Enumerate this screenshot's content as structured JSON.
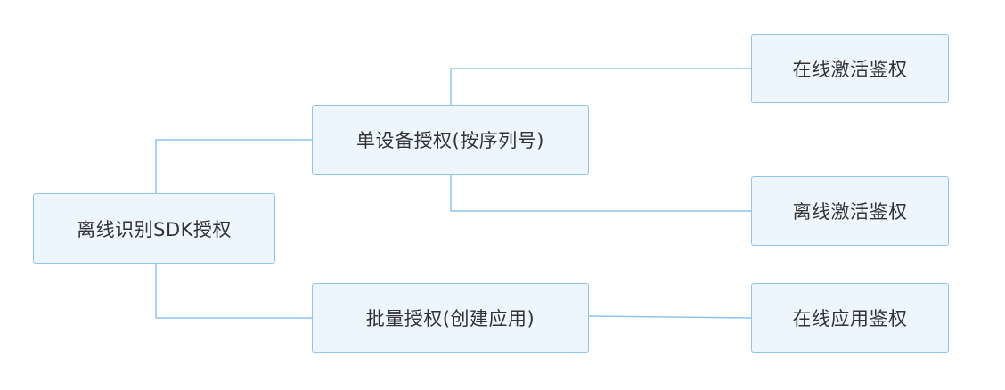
{
  "nodes": {
    "root": "离线识别SDK授权",
    "single_device": "单设备授权(按序列号)",
    "batch": "批量授权(创建应用)",
    "online_activation": "在线激活鉴权",
    "offline_activation": "离线激活鉴权",
    "online_app": "在线应用鉴权"
  },
  "edges": [
    {
      "from": "root",
      "to": "single_device"
    },
    {
      "from": "root",
      "to": "batch"
    },
    {
      "from": "single_device",
      "to": "online_activation"
    },
    {
      "from": "single_device",
      "to": "offline_activation"
    },
    {
      "from": "batch",
      "to": "online_app"
    }
  ],
  "colors": {
    "box_fill": "#eef6fd",
    "box_border": "#8fc4ee",
    "connector": "#8fc4ee",
    "text": "#333333"
  }
}
